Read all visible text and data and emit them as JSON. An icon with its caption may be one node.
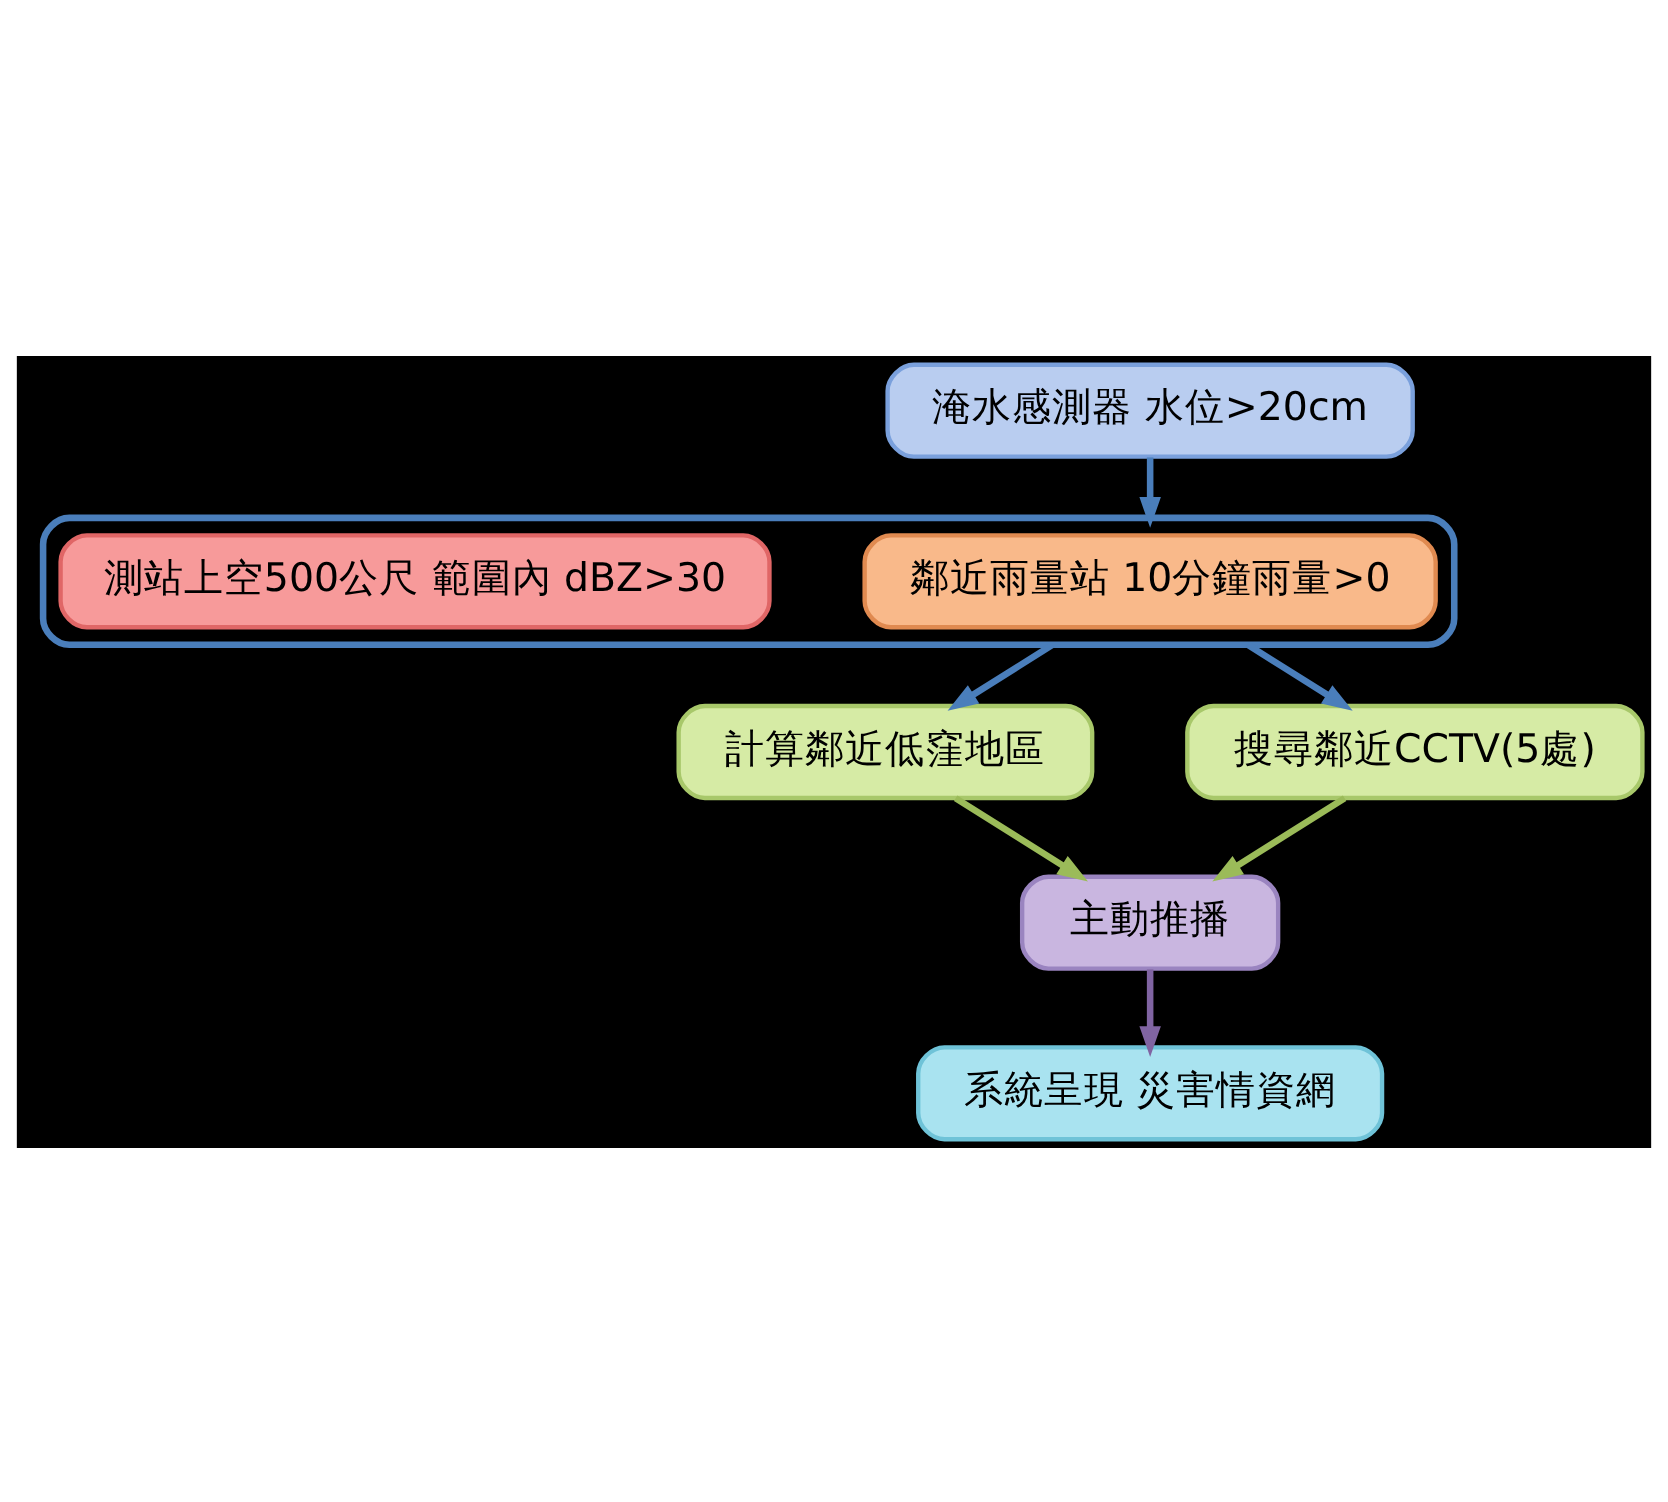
{
  "diagram": {
    "nodes": [
      {
        "text": [
          "淹水感測器 水位>20cm"
        ]
      },
      {
        "text": [],
        "shape": "box"
      },
      {
        "text": [
          "鄰近雨量站 10分鐘雨量>0"
        ],
        "in": 1
      },
      {
        "text": [
          "測站上空500公尺 範圍內 dBZ>30"
        ],
        "in": 1
      },
      {
        "text": [
          "計算鄰近低窪地區"
        ]
      },
      {
        "text": [
          "搜尋鄰近CCTV(5處)"
        ]
      },
      {
        "text": [
          "主動推播"
        ]
      },
      {
        "text": [
          "系統呈現 災害情資網"
        ]
      }
    ],
    "edges": [
      {
        "from": 0,
        "to": 1,
        "arrow": "to"
      },
      {
        "from": 1,
        "to": 4,
        "arrow": "to"
      },
      {
        "from": 1,
        "to": 5,
        "arrow": "to"
      },
      {
        "from": 4,
        "to": 6,
        "arrow": "to",
        "color": "#9bbb59"
      },
      {
        "from": 5,
        "to": 6,
        "arrow": "to",
        "color": "#9bbb59"
      },
      {
        "from": 6,
        "to": 7,
        "arrow": "to",
        "color": "#8064a2"
      }
    ]
  }
}
